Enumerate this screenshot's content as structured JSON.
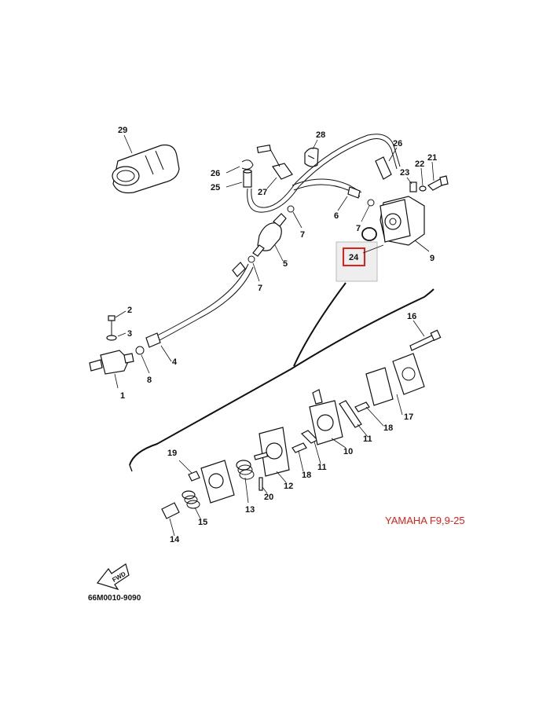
{
  "diagram": {
    "brand_label": "YAMAHA F9,9-25",
    "drawing_code": "66M0010-9090",
    "fwd_label": "FWD",
    "highlight_color": "#e0201a",
    "highlighted_part": "24",
    "part_numbers": {
      "p1": "1",
      "p2": "2",
      "p3": "3",
      "p4": "4",
      "p5": "5",
      "p6": "6",
      "p7a": "7",
      "p7b": "7",
      "p7c": "7",
      "p8": "8",
      "p9": "9",
      "p10": "10",
      "p11a": "11",
      "p11b": "11",
      "p12": "12",
      "p13": "13",
      "p14": "14",
      "p15": "15",
      "p16": "16",
      "p17": "17",
      "p18a": "18",
      "p18b": "18",
      "p19": "19",
      "p20": "20",
      "p21": "21",
      "p22": "22",
      "p23": "23",
      "p24": "24",
      "p25": "25",
      "p26a": "26",
      "p26b": "26",
      "p27": "27",
      "p28": "28",
      "p29": "29"
    }
  }
}
